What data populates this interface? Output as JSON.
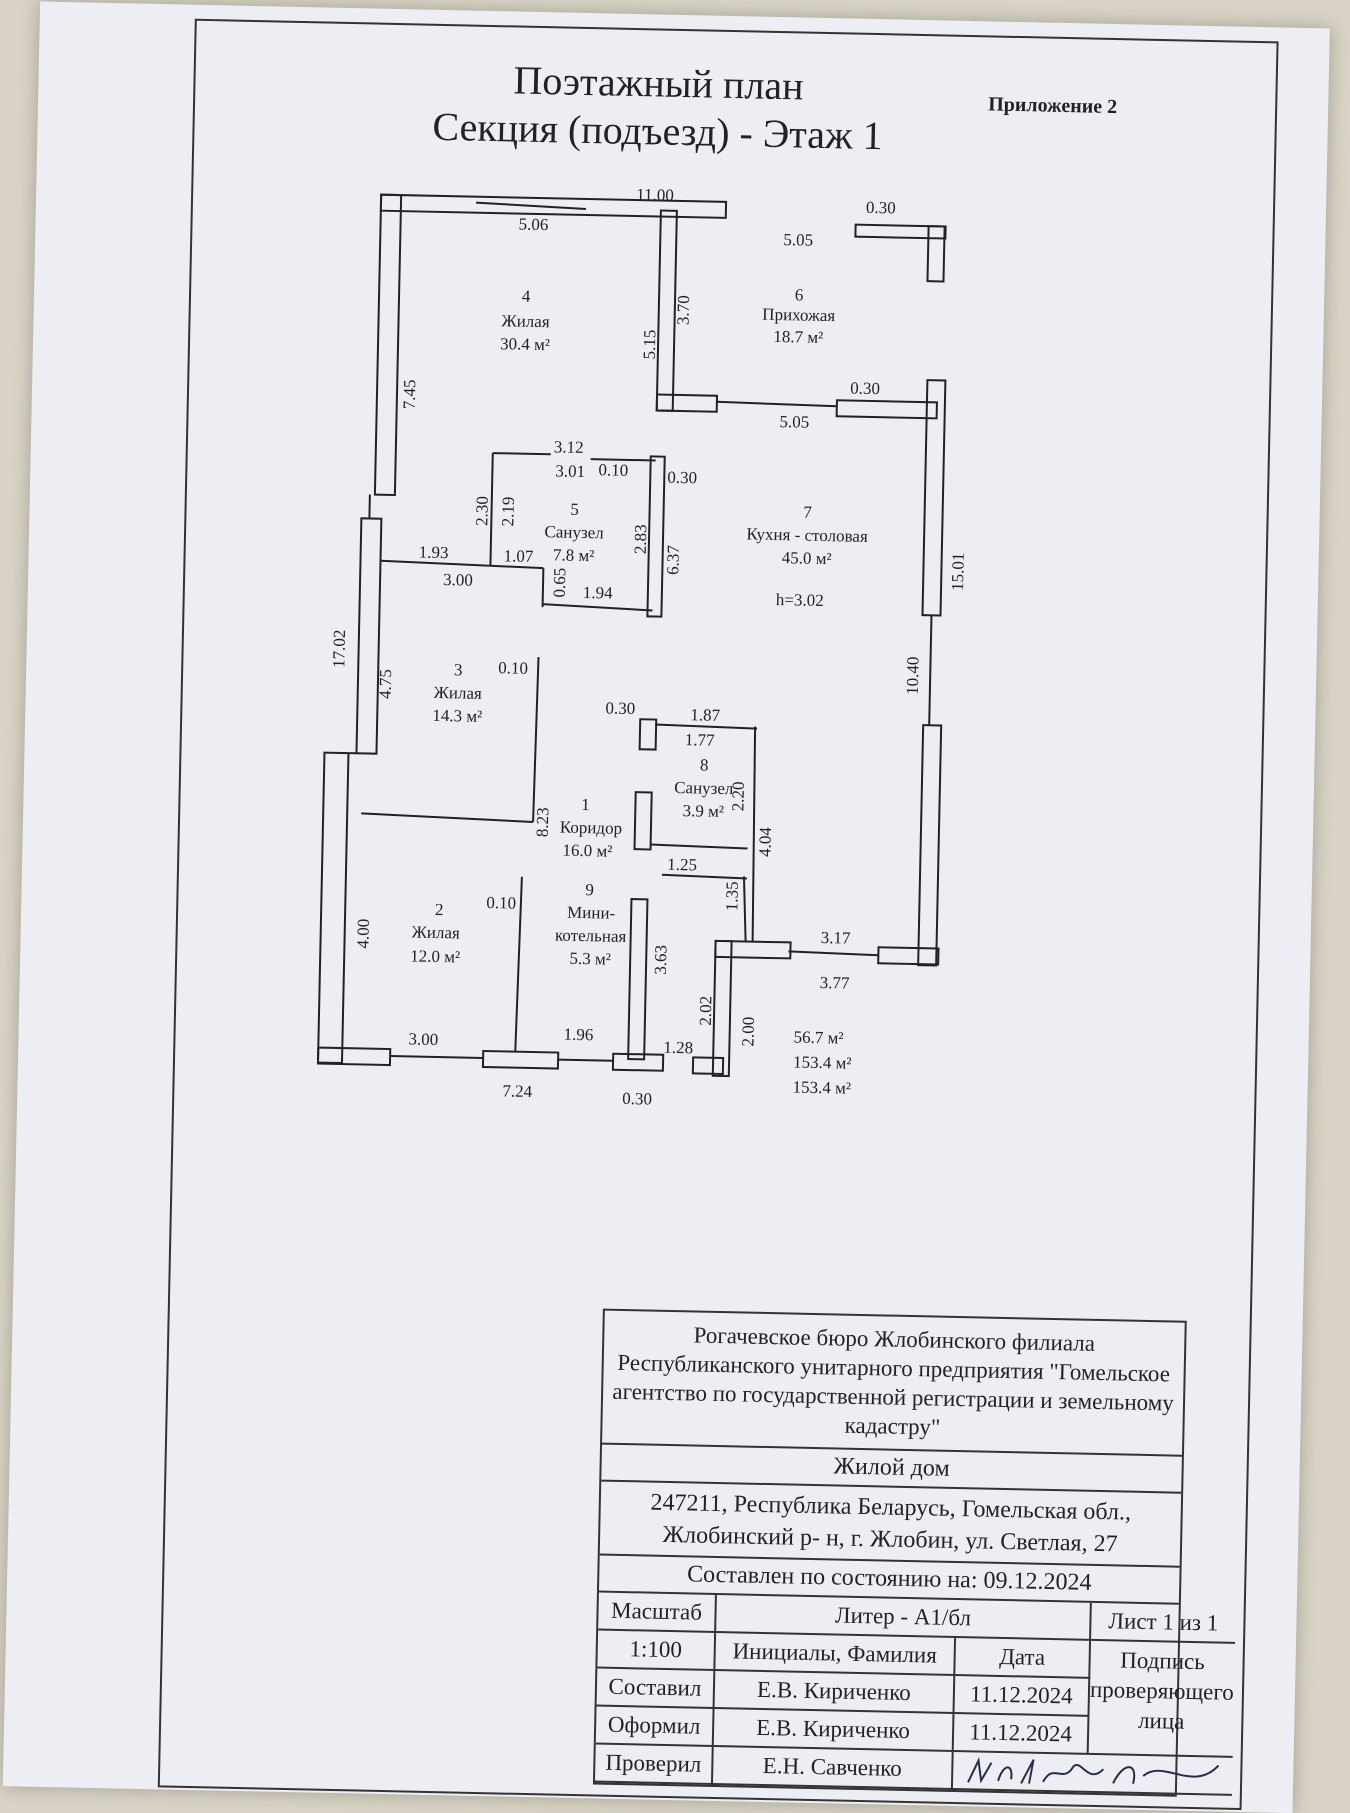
{
  "header": {
    "title_line1": "Поэтажный план",
    "title_line2": "Секция (подъезд) - Этаж 1",
    "appendix": "Приложение 2"
  },
  "rooms": [
    {
      "num": "4",
      "name": "Жилая",
      "area": "30.4 м²"
    },
    {
      "num": "6",
      "name": "Прихожая",
      "area": "18.7 м²"
    },
    {
      "num": "5",
      "name": "Санузел",
      "area": "7.8 м²"
    },
    {
      "num": "7",
      "name": "Кухня - столовая",
      "area": "45.0 м²",
      "height": "h=3.02"
    },
    {
      "num": "3",
      "name": "Жилая",
      "area": "14.3 м²"
    },
    {
      "num": "8",
      "name": "Санузел",
      "area": "3.9 м²"
    },
    {
      "num": "1",
      "name": "Коридор",
      "area": "16.0 м²"
    },
    {
      "num": "9",
      "name_line1": "Мини-",
      "name_line2": "котельная",
      "area": "5.3 м²"
    },
    {
      "num": "2",
      "name": "Жилая",
      "area": "12.0 м²"
    }
  ],
  "dimensions": [
    "11.00",
    "5.06",
    "0.30",
    "5.05",
    "3.70",
    "5.15",
    "7.45",
    "0.30",
    "5.05",
    "3.12",
    "3.01",
    "0.10",
    "0.30",
    "2.30",
    "2.19",
    "2.83",
    "6.37",
    "1.93",
    "1.07",
    "0.65",
    "3.00",
    "1.94",
    "15.01",
    "17.02",
    "4.75",
    "0.10",
    "0.30",
    "1.87",
    "1.77",
    "2.20",
    "8.23",
    "4.04",
    "10.40",
    "1.25",
    "1.35",
    "0.10",
    "4.00",
    "3.63",
    "3.17",
    "3.77",
    "2.02",
    "2.00",
    "3.00",
    "1.96",
    "1.28",
    "7.24",
    "0.30"
  ],
  "totals": [
    "56.7 м²",
    "153.4 м²",
    "153.4 м²"
  ],
  "stamp": {
    "org_line1": "Рогачевское бюро Жлобинского филиала",
    "org_line2": "Республиканского унитарного предприятия \"Гомельское",
    "org_line3": "агентство по государственной регистрации и земельному",
    "org_line4": "кадастру\"",
    "object": "Жилой дом",
    "address_line1": "247211, Республика Беларусь, Гомельская обл.,",
    "address_line2": "Жлобинский р- н, г. Жлобин, ул. Светлая, 27",
    "state_of": "Составлен по состоянию на: 09.12.2024",
    "scale_label": "Масштаб",
    "liter": "Литер - А1/бл",
    "sheet": "Лист 1 из 1",
    "scale_value": "1:100",
    "initials_label": "Инициалы, Фамилия",
    "date_label": "Дата",
    "sign_label_line1": "Подпись",
    "sign_label_line2": "проверяющего",
    "sign_label_line3": "лица",
    "rows": [
      {
        "role": "Составил",
        "name": "Е.В. Кириченко",
        "date": "11.12.2024"
      },
      {
        "role": "Оформил",
        "name": "Е.В. Кириченко",
        "date": "11.12.2024"
      },
      {
        "role": "Проверил",
        "name": "Е.Н. Савченко",
        "date": ""
      }
    ]
  }
}
